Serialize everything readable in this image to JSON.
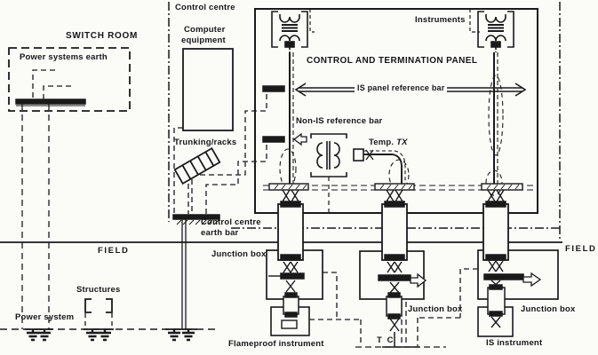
{
  "colors": {
    "ink": "#1a1a1a",
    "paper": "#fbfbf8"
  },
  "labels": {
    "switch_room": "SWITCH ROOM",
    "power_systems_earth": "Power systems earth",
    "control_centre": "Control centre",
    "computer_equipment_1": "Computer",
    "computer_equipment_2": "equipment",
    "trunking_racks": "Trunking/racks",
    "panel_title": "CONTROL AND TERMINATION PANEL",
    "instruments": "Instruments",
    "is_panel_reference_bar": "IS panel reference bar",
    "non_is_reference_bar": "Non-IS reference bar",
    "temp_prefix": "Temp. ",
    "temp_tx": "TX",
    "cc_earth_bar_1": "Control centre",
    "cc_earth_bar_2": "earth bar",
    "junction_box_left": "Junction box",
    "junction_box_mid": "Junction box",
    "junction_box_right": "Junction box",
    "field_left": "FIELD",
    "field_right": "FIELD",
    "structures": "Structures",
    "power_system": "Power system",
    "flameproof_instrument": "Flameproof instrument",
    "is_instrument": "IS instrument",
    "thermocouple": "T C"
  },
  "icons": {
    "instrument_isolator": "bracketed transformer coil symbol",
    "temp_transmitter": "transformer coil symbol",
    "trunking": "tilted cable-ladder",
    "earth_ground": "stacked-bar ground symbol",
    "cable_gland": "crossed-X gland symbol",
    "reference_bar_arrow": "hollow block arrow"
  }
}
